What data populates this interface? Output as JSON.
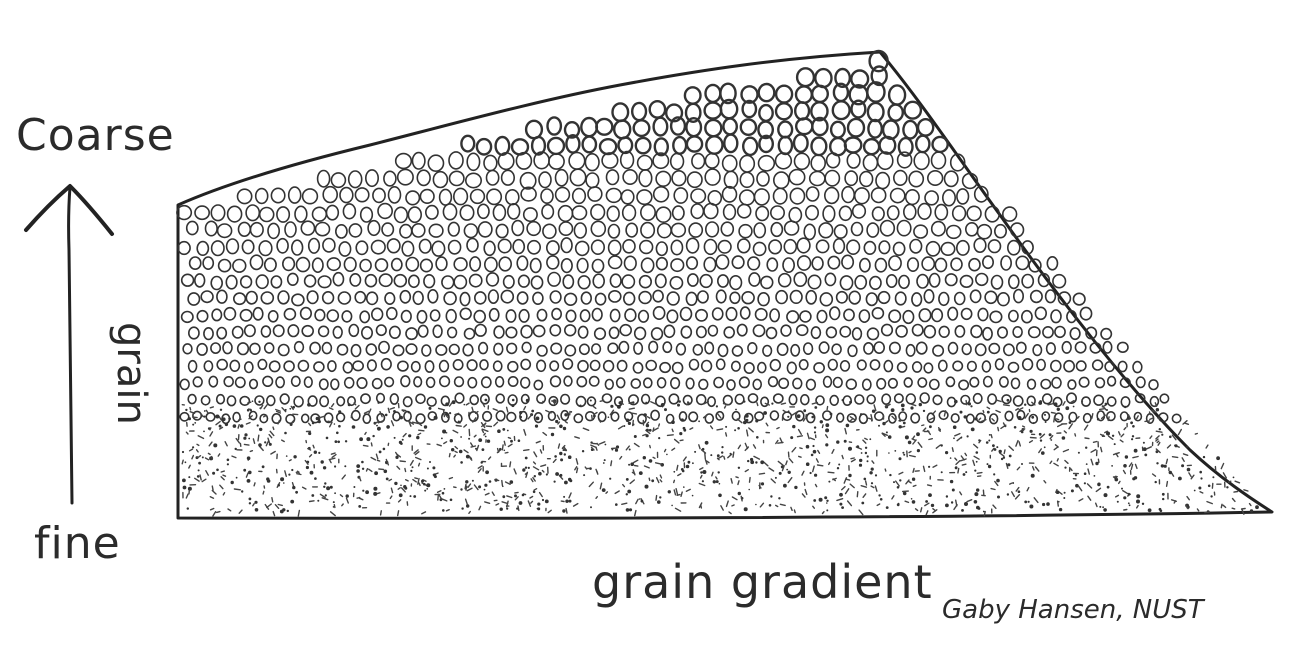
{
  "labels": {
    "coarse": "Coarse",
    "fine": "fine",
    "grain": "grain",
    "title": "grain gradient",
    "author": "Gaby Hansen, NUST"
  },
  "colors": {
    "ink": "#222222",
    "paper": "#ffffff"
  },
  "icons": {
    "arrow": "arrow-up-icon"
  }
}
